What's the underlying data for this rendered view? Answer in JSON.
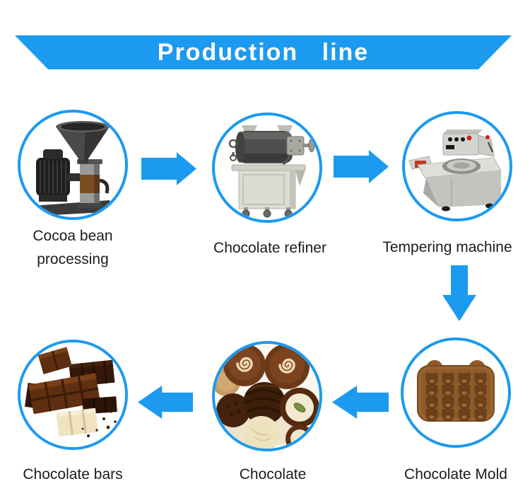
{
  "banner": {
    "title": "Production line"
  },
  "colors": {
    "accent_blue": "#1b9af0",
    "banner_text": "#ffffff",
    "label_text": "#1c1c1c",
    "mold_brown": "#98632f",
    "dark_chocolate": "#3c1f0b",
    "white_chocolate": "#efe2bf"
  },
  "steps": {
    "cocoa": {
      "line1": "Cocoa bean",
      "line2": "processing",
      "icon": "colloid-mill-machine-photo"
    },
    "refiner": {
      "label": "Chocolate refiner",
      "icon": "chocolate-refiner-machine-photo"
    },
    "tempering": {
      "label": "Tempering machine",
      "icon": "tempering-machine-photo"
    },
    "mold": {
      "label": "Chocolate Mold",
      "icon": "bear-chocolate-mold-photo"
    },
    "chocolate": {
      "label": "Chocolate",
      "icon": "chocolate-pralines-photo"
    },
    "bars": {
      "label": "Chocolate bars",
      "icon": "chocolate-bars-photo"
    }
  },
  "flow_icons": [
    "arrow-right",
    "arrow-right",
    "arrow-down",
    "arrow-left",
    "arrow-left"
  ]
}
